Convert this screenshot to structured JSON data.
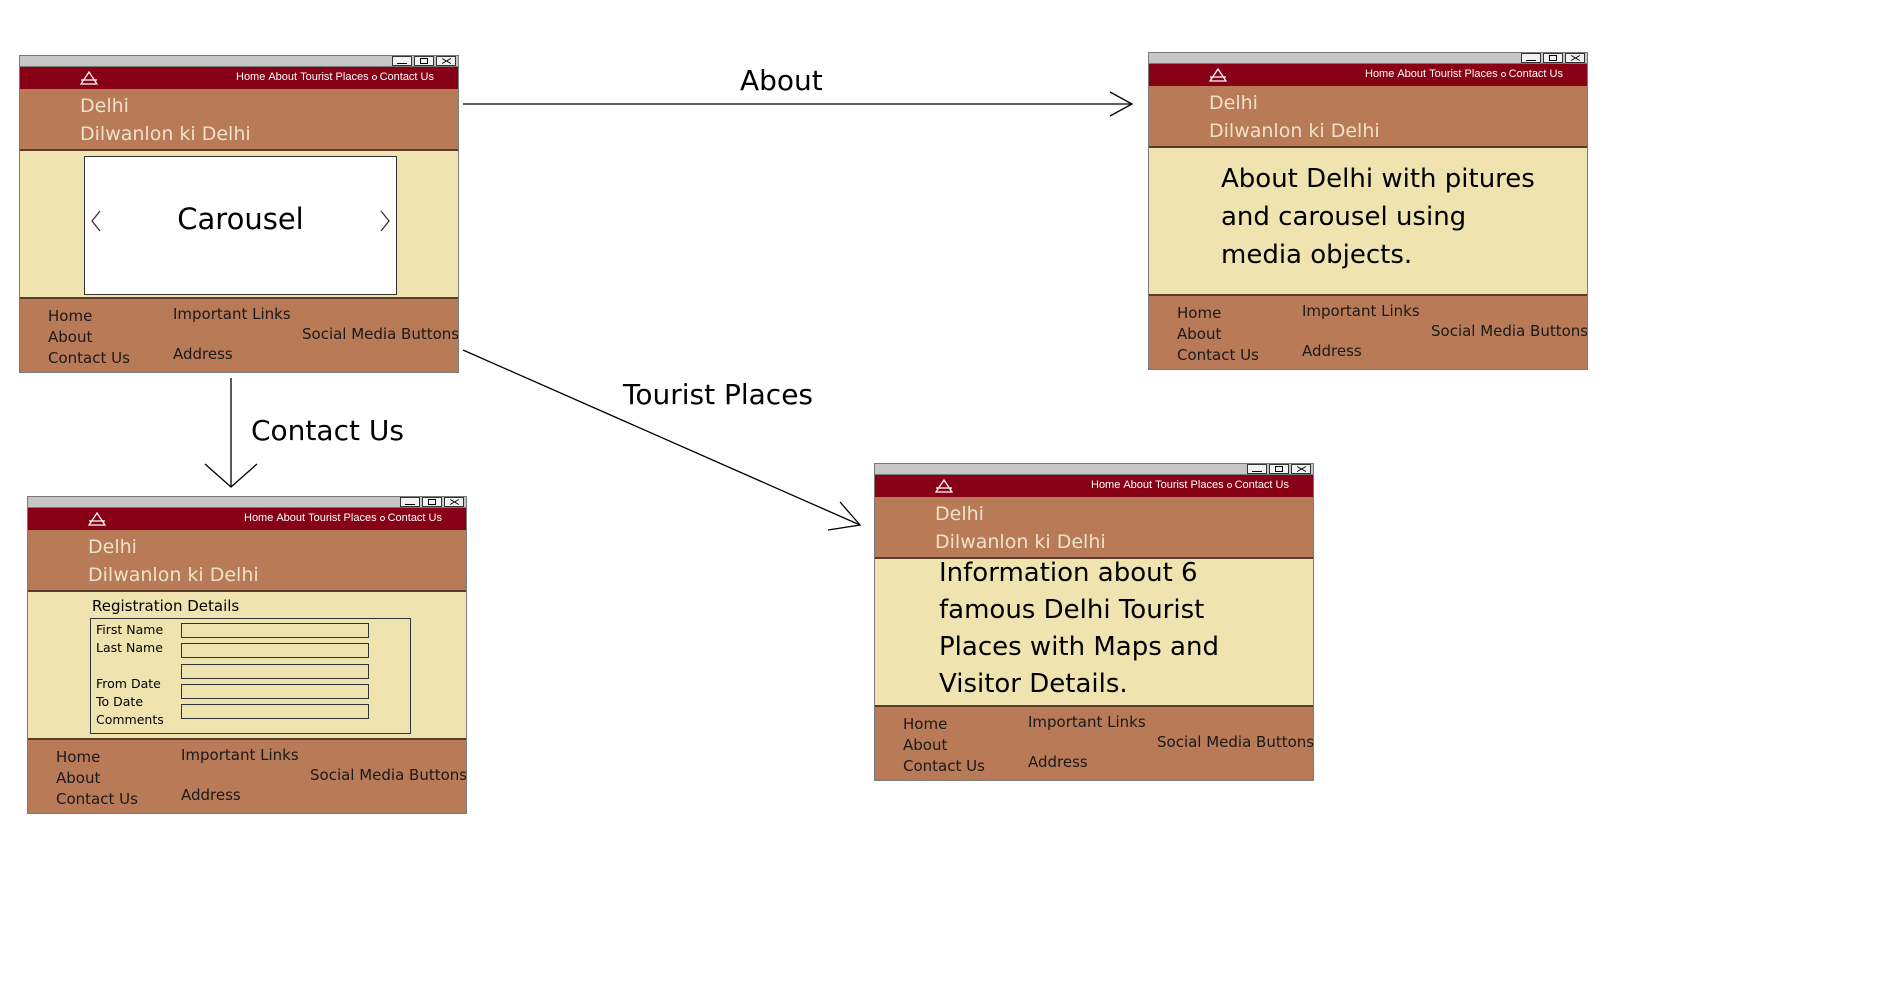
{
  "flows": {
    "about": "About",
    "tourist_places": "Tourist Places",
    "contact_us": "Contact Us"
  },
  "nav": {
    "home": "Home",
    "about": "About",
    "tourist_places": "Tourist Places",
    "contact_us": "Contact Us"
  },
  "brand": {
    "title": "Delhi",
    "subtitle": "Dilwanlon ki Delhi"
  },
  "footer": {
    "home": "Home",
    "about": "About",
    "contact_us": "Contact Us",
    "important_links": "Important Links",
    "address": "Address",
    "social_media": "Social Media Buttons"
  },
  "home_page": {
    "carousel_label": "Carousel"
  },
  "about_page": {
    "content": "About Delhi with pitures and carousel using media objects."
  },
  "tourist_page": {
    "content": "Information about 6 famous Delhi Tourist Places with Maps and Visitor Details."
  },
  "contact_page": {
    "title": "Registration Details",
    "fields": [
      "First Name",
      "Last Name",
      "From Date",
      "To Date",
      "Comments"
    ]
  },
  "colors": {
    "nav_bar": "#880015",
    "header_footer": "#b97a57",
    "content": "#efe4b0",
    "brand_text": "#ece3c9"
  },
  "icons": {
    "logo": "home-roof-icon",
    "carousel_prev": "chevron-left-icon",
    "carousel_next": "chevron-right-icon"
  }
}
